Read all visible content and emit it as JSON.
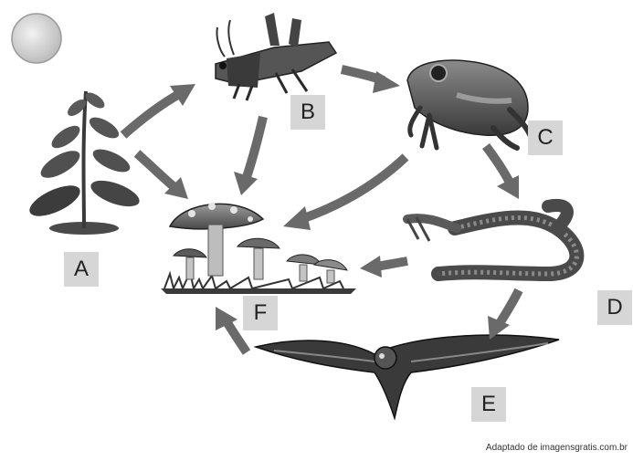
{
  "labels": {
    "a": "A",
    "b": "B",
    "c": "C",
    "d": "D",
    "e": "E",
    "f": "F"
  },
  "credit": "Adaptado de imagensgratis.com.br",
  "colors": {
    "arrow": "#6a6a6a",
    "label_bg": "#d6d6d6",
    "organism_dark": "#2a2a2a",
    "organism_mid": "#6e6e6e",
    "sun": "#dcdcdc"
  },
  "icons": [
    "sun-icon",
    "plant-icon",
    "grasshopper-icon",
    "frog-icon",
    "snake-icon",
    "owl-icon",
    "mushroom-icon"
  ]
}
